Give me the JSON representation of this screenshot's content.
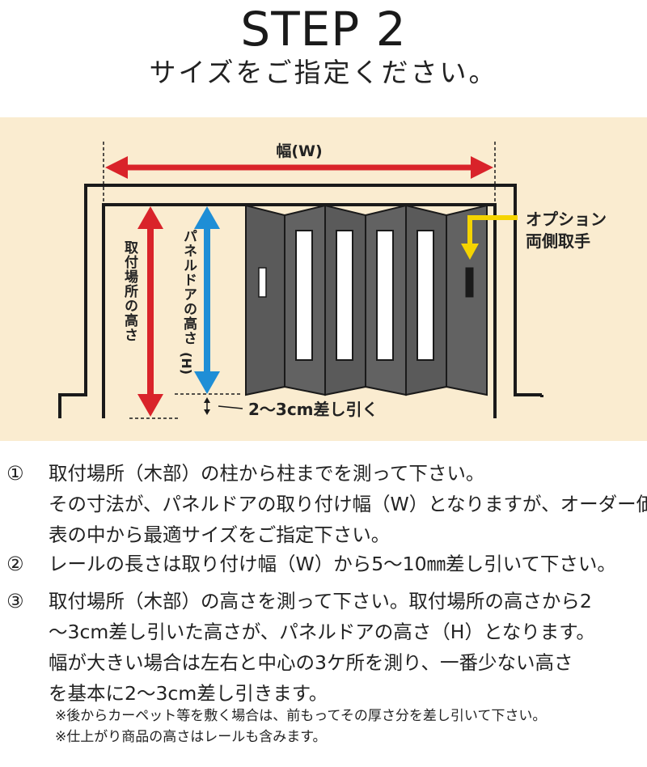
{
  "header": {
    "title": "STEP 2",
    "subtitle": "サイズをご指定ください。"
  },
  "diagram": {
    "width_label": "幅(W)",
    "mount_height_label": "取付場所の高さ",
    "door_height_label_main": "パネルドアの高さ",
    "door_height_label_sub": "(H)",
    "gap_label": "2〜3cm差し引く",
    "option_label_line1": "オプション",
    "option_label_line2": "両側取手",
    "colors": {
      "background": "#faecd0",
      "red_arrow": "#d9232a",
      "blue_arrow": "#1e8ed6",
      "yellow_arrow": "#f5d400",
      "panel": "#5a5a5a",
      "frame": "#1a1a1a"
    }
  },
  "steps": [
    {
      "number": "①",
      "lines": [
        "取付場所（木部）の柱から柱までを測って下さい。",
        "その寸法が、パネルドアの取り付け幅（W）となりますが、オーダー価格",
        "表の中から最適サイズをご指定下さい。"
      ]
    },
    {
      "number": "②",
      "lines": [
        "レールの長さは取り付け幅（W）から5〜10㎜差し引いて下さい。"
      ]
    },
    {
      "number": "③",
      "lines": [
        "取付場所（木部）の高さを測って下さい。取付場所の高さから2",
        "〜3cm差し引いた高さが、パネルドアの高さ（H）となります。",
        "幅が大きい場合は左右と中心の3ケ所を測り、一番少ない高さ",
        "を基本に2〜3cm差し引きます。"
      ]
    }
  ],
  "notes": [
    "※後からカーペット等を敷く場合は、前もってその厚さ分を差し引いて下さい。",
    "※仕上がり商品の高さはレールも含みます。"
  ]
}
